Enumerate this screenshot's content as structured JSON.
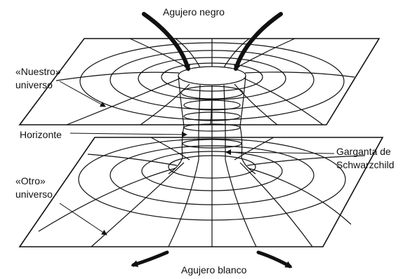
{
  "labels": {
    "black_hole": "Agujero negro",
    "white_hole": "Agujero blanco",
    "our_universe": [
      "«Nuestro»",
      "universo"
    ],
    "other_universe": [
      "«Otro»",
      "universo"
    ],
    "horizon": "Horizonte",
    "throat": [
      "Garganta de",
      "Schwarzchild"
    ]
  },
  "colors": {
    "ink": "#111111",
    "background": "#ffffff"
  }
}
